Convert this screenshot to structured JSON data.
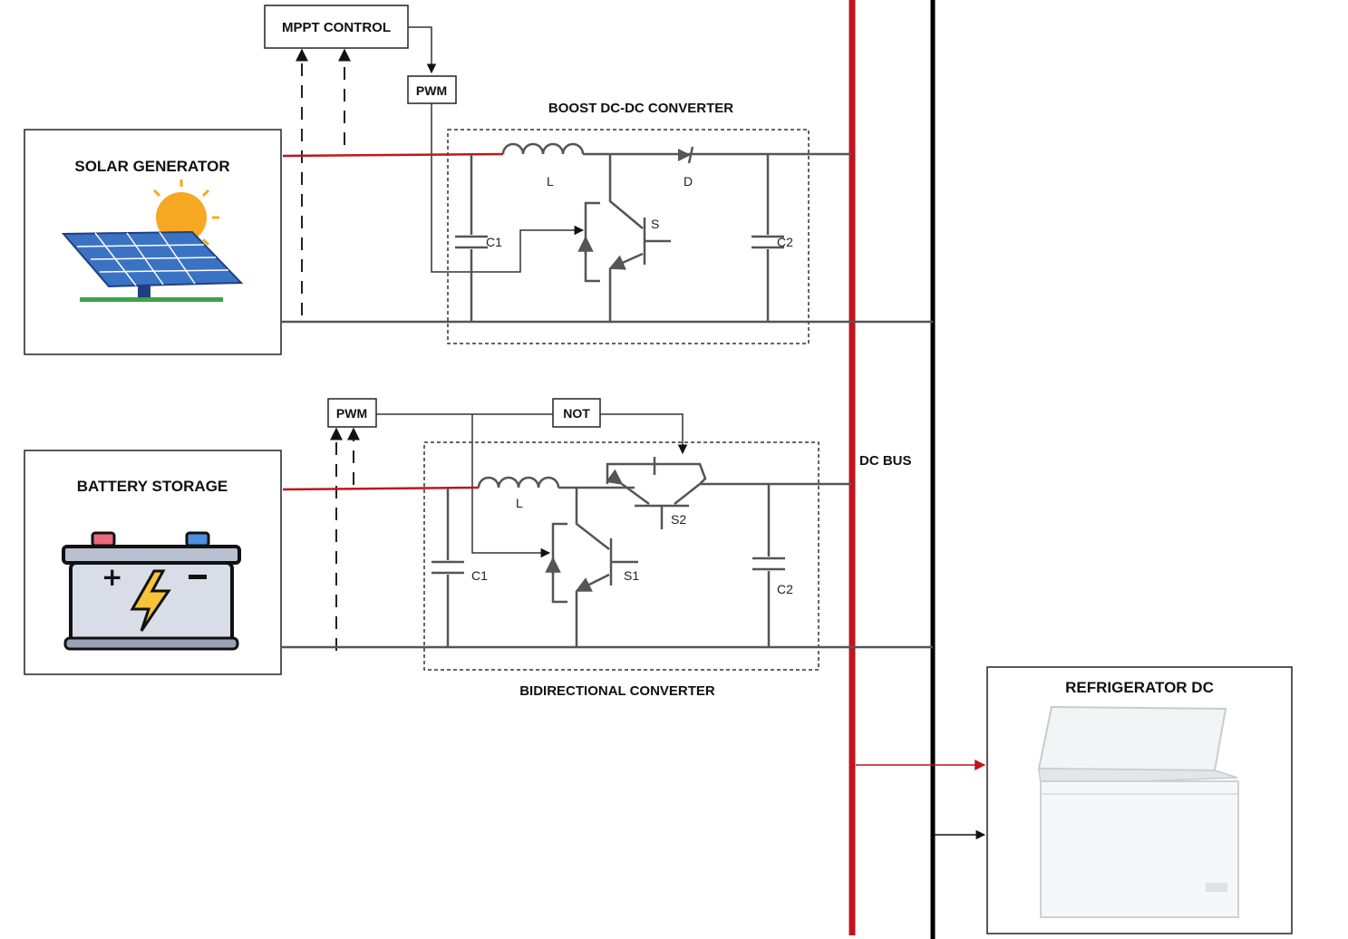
{
  "blocks": {
    "solar": "SOLAR GENERATOR",
    "battery": "BATTERY STORAGE",
    "refrigerator": "REFRIGERATOR DC",
    "mppt": "MPPT CONTROL",
    "pwm_top": "PWM",
    "pwm_bottom": "PWM",
    "not_gate": "NOT",
    "boost": "BOOST DC-DC CONVERTER",
    "bidirectional": "BIDIRECTIONAL CONVERTER",
    "dc_bus": "DC BUS"
  },
  "boost_components": {
    "inductor": "L",
    "diode": "D",
    "switch": "S",
    "cap_in": "C1",
    "cap_out": "C2"
  },
  "bidir_components": {
    "inductor": "L",
    "switch_low": "S1",
    "switch_high": "S2",
    "cap_in": "C1",
    "cap_out": "C2"
  },
  "colors": {
    "positive_line": "#c0151c",
    "negative_line": "#000000",
    "wire": "#555555"
  }
}
